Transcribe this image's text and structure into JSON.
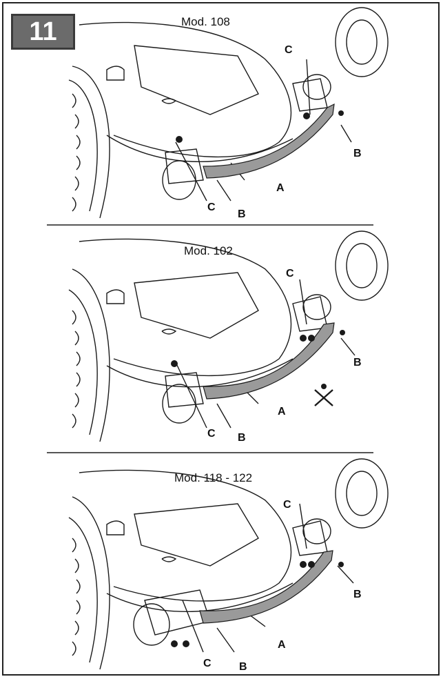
{
  "step_number": "11",
  "panels": [
    {
      "model": "Mod. 108",
      "labels": {
        "a": "A",
        "b1": "B",
        "b2": "B",
        "c1": "C",
        "c2": "C"
      }
    },
    {
      "model": "Mod. 102",
      "labels": {
        "a": "A",
        "b1": "B",
        "b2": "B",
        "c1": "C",
        "c2": "C"
      }
    },
    {
      "model": "Mod. 118 - 122",
      "labels": {
        "a": "A",
        "b1": "B",
        "b2": "B",
        "c1": "C",
        "c2": "C"
      }
    }
  ],
  "colors": {
    "line": "#1a1a1a",
    "bracket": "#9a9a9a",
    "badge": "#6b6b6b"
  }
}
